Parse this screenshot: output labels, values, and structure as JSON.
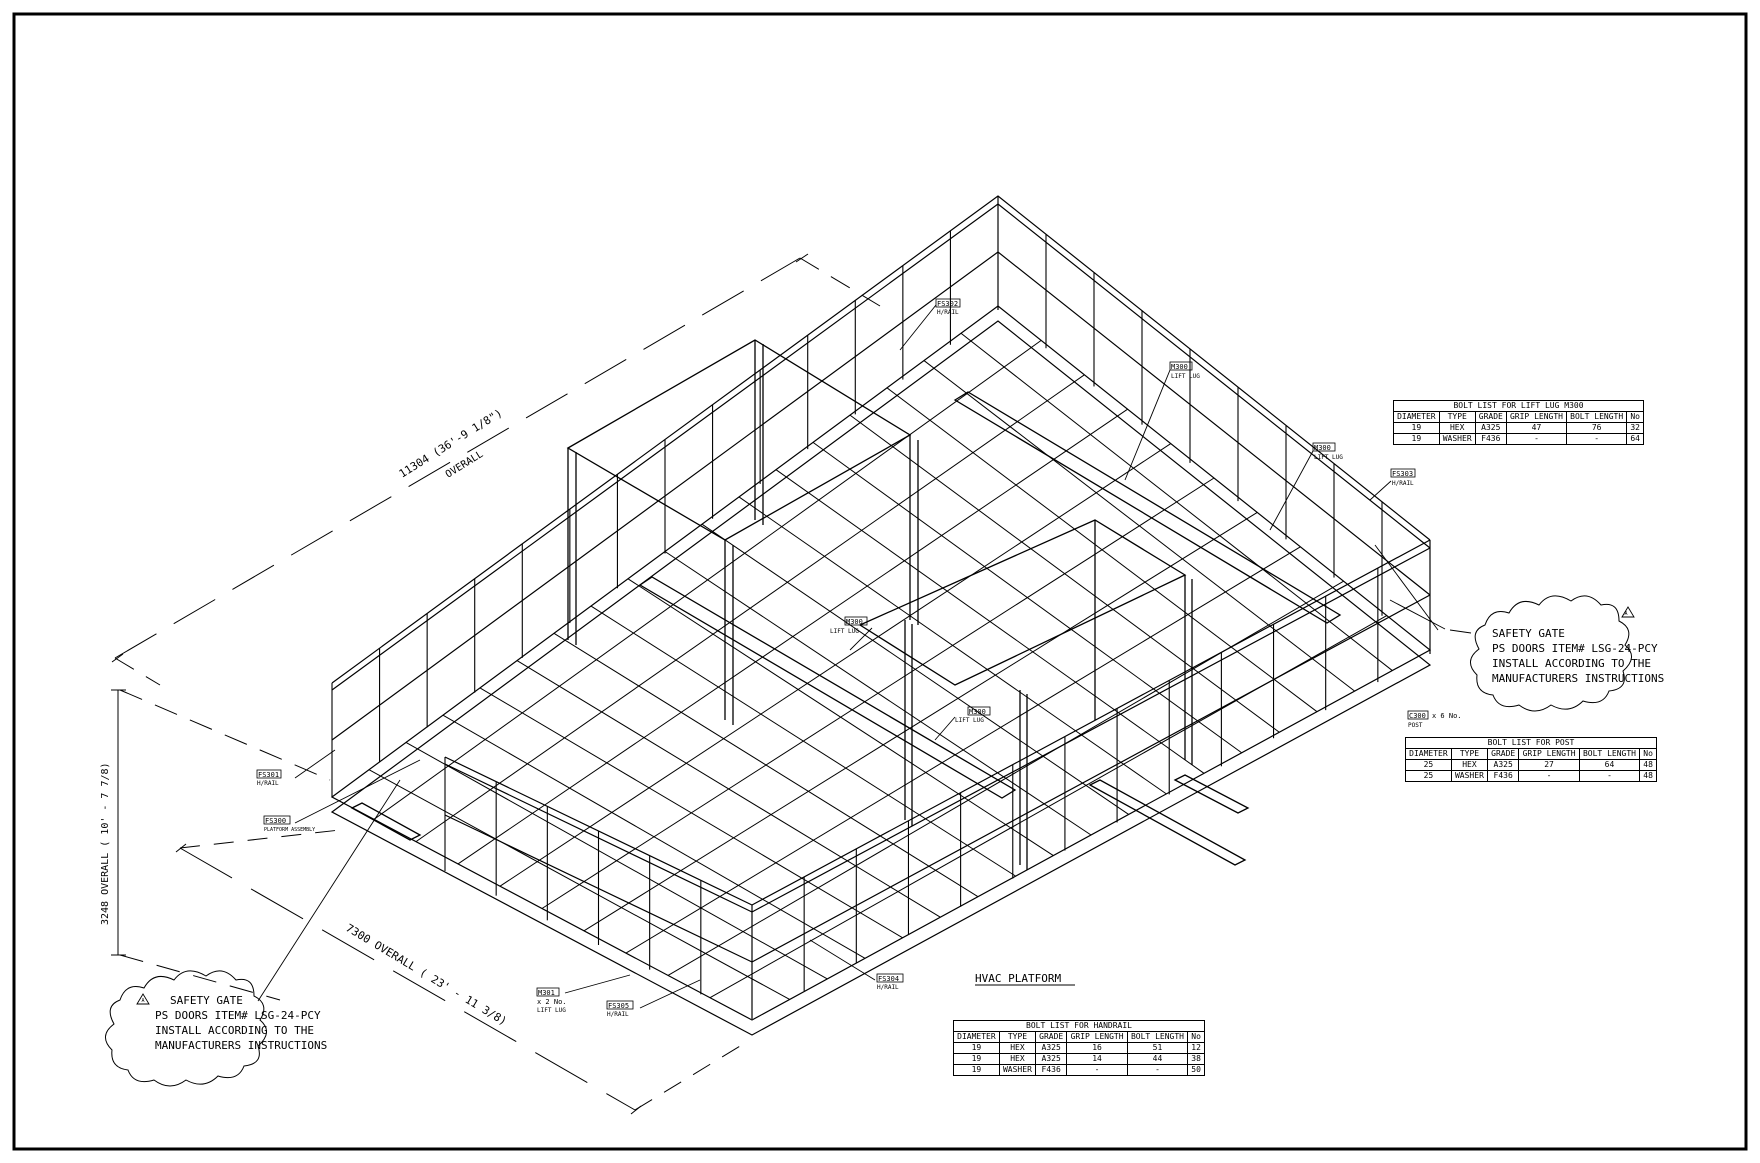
{
  "title": "HVAC PLATFORM",
  "dimensions": {
    "length": "11304 (36'-9 1/8\")",
    "length_note": "OVERALL",
    "height": "3248 OVERALL ( 10' - 7 7/8)",
    "width": "7300 OVERALL ( 23' - 11 3/8)"
  },
  "labels": {
    "fs302": {
      "tag": "FS302",
      "sub": "H/RAIL"
    },
    "m300_a": {
      "tag": "M300",
      "sub": "LIFT LUG"
    },
    "m300_b": {
      "tag": "M300",
      "sub": "LIFT LUG"
    },
    "m300_c": {
      "tag": "M300",
      "sub": "LIFT LUG"
    },
    "m300_d": {
      "tag": "M300",
      "sub": "LIFT LUG"
    },
    "fs303": {
      "tag": "FS303",
      "sub": "H/RAIL"
    },
    "c300": {
      "tag": "C300",
      "qty": "x 6 No.",
      "sub": "POST"
    },
    "fs301": {
      "tag": "FS301",
      "sub": "H/RAIL"
    },
    "fs300": {
      "tag": "FS300",
      "sub": "PLATFORM ASSEMBLY"
    },
    "m301": {
      "tag": "M301",
      "qty": "x 2 No.",
      "sub": "LIFT LUG"
    },
    "fs305": {
      "tag": "FS305",
      "sub": "H/RAIL"
    },
    "fs304": {
      "tag": "FS304",
      "sub": "H/RAIL"
    }
  },
  "notes": {
    "right": {
      "mark": "A",
      "lines": [
        "SAFETY GATE",
        "PS DOORS ITEM# LSG-24-PCY",
        "INSTALL ACCORDING TO THE",
        "MANUFACTURERS INSTRUCTIONS"
      ]
    },
    "left": {
      "mark": "A",
      "lines": [
        "SAFETY GATE",
        "PS DOORS ITEM# LSG-24-PCY",
        "INSTALL ACCORDING TO THE",
        "MANUFACTURERS INSTRUCTIONS"
      ]
    }
  },
  "tables": {
    "lift_lug": {
      "title": "BOLT LIST FOR LIFT LUG M300",
      "headers": [
        "DIAMETER",
        "TYPE",
        "GRADE",
        "GRIP LENGTH",
        "BOLT LENGTH",
        "No"
      ],
      "rows": [
        [
          "19",
          "HEX",
          "A325",
          "47",
          "76",
          "32"
        ],
        [
          "19",
          "WASHER",
          "F436",
          "-",
          "-",
          "64"
        ]
      ]
    },
    "post": {
      "title": "BOLT LIST FOR POST",
      "headers": [
        "DIAMETER",
        "TYPE",
        "GRADE",
        "GRIP LENGTH",
        "BOLT LENGTH",
        "No"
      ],
      "rows": [
        [
          "25",
          "HEX",
          "A325",
          "27",
          "64",
          "48"
        ],
        [
          "25",
          "WASHER",
          "F436",
          "-",
          "-",
          "48"
        ]
      ]
    },
    "handrail": {
      "title": "BOLT LIST FOR HANDRAIL",
      "headers": [
        "DIAMETER",
        "TYPE",
        "GRADE",
        "GRIP LENGTH",
        "BOLT LENGTH",
        "No"
      ],
      "rows": [
        [
          "19",
          "HEX",
          "A325",
          "16",
          "51",
          "12"
        ],
        [
          "19",
          "HEX",
          "A325",
          "14",
          "44",
          "38"
        ],
        [
          "19",
          "WASHER",
          "F436",
          "-",
          "-",
          "50"
        ]
      ]
    }
  }
}
